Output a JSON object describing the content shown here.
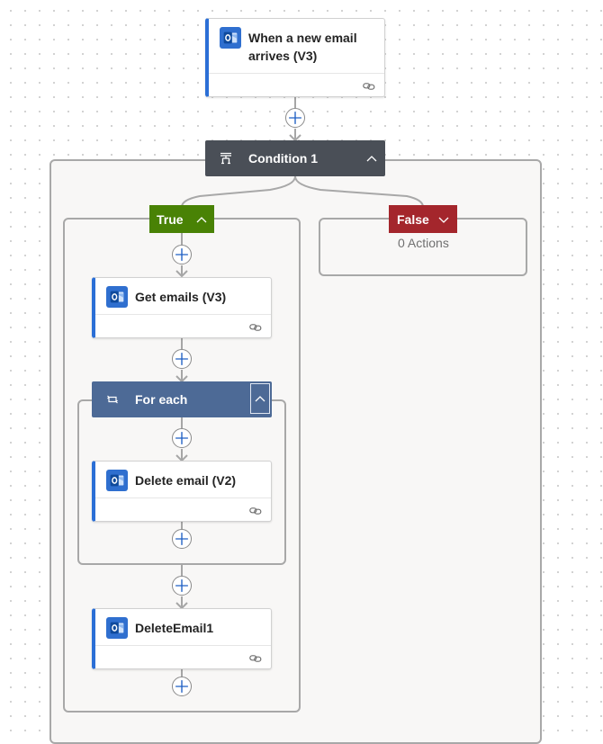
{
  "trigger": {
    "title_line1": "When a new email",
    "title_line2": "arrives (V3)",
    "icon": "outlook-icon"
  },
  "condition": {
    "title": "Condition 1",
    "icon": "condition-icon"
  },
  "branches": {
    "true": {
      "label": "True",
      "color": "#498205"
    },
    "false": {
      "label": "False",
      "color": "#a4262c",
      "empty_text": "0 Actions"
    }
  },
  "actions": {
    "get_emails": {
      "title": "Get emails (V3)",
      "icon": "outlook-icon"
    },
    "delete_email": {
      "title": "Delete email (V2)",
      "icon": "outlook-icon"
    },
    "delete_email_1": {
      "title": "DeleteEmail1",
      "icon": "outlook-icon"
    }
  },
  "for_each": {
    "title": "For each",
    "icon": "loop-icon",
    "color": "#4d6a96"
  },
  "colors": {
    "accent": "#2b6fd6",
    "condition_header": "#4a4f57",
    "add_icon": "#1f5fc4"
  }
}
